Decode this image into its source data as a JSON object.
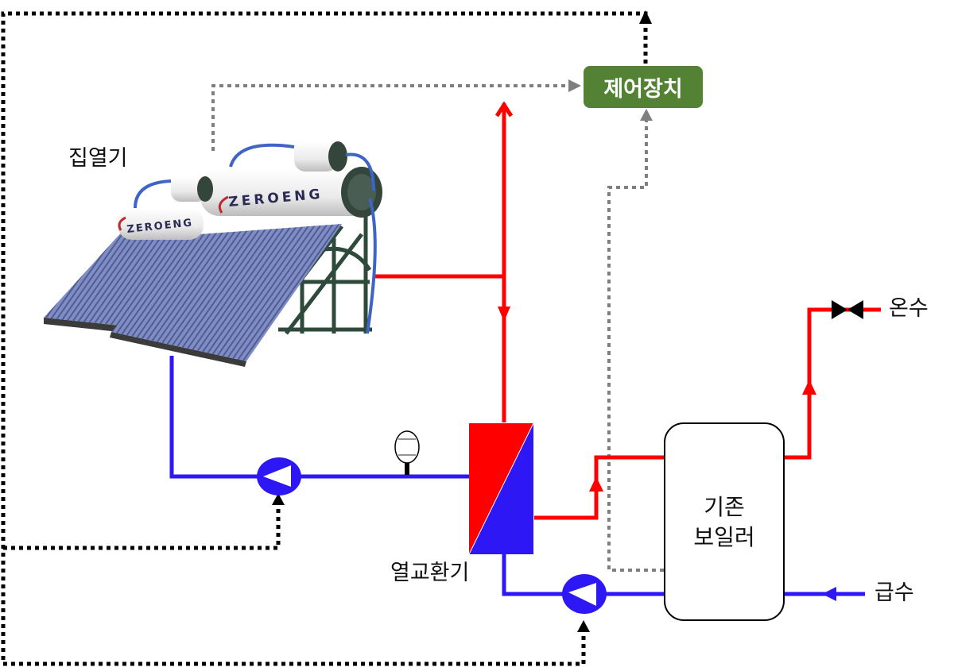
{
  "title": "태양열 온수 시스템 계통도",
  "colors": {
    "hot_pipe": "#ff0000",
    "cold_pipe": "#2d17f5",
    "control_signal": "#000000",
    "sensor_signal": "#7f7f7f",
    "controller_fill": "#548235",
    "controller_text": "#ffffff",
    "valve": "#000000"
  },
  "components": {
    "collector": {
      "label": "집열기",
      "brand_text": "ZEROENG"
    },
    "controller": {
      "label": "제어장치"
    },
    "heat_exchanger": {
      "label": "열교환기"
    },
    "boiler": {
      "label_line1": "기존",
      "label_line2": "보일러"
    },
    "hot_water_outlet": {
      "label": "온수"
    },
    "water_supply_inlet": {
      "label": "급수"
    }
  },
  "connections": [
    {
      "from": "collector",
      "to": "heat_exchanger",
      "medium": "hot",
      "direction": "down"
    },
    {
      "from": "heat_exchanger",
      "to": "collector",
      "medium": "cold",
      "via": "pump-1"
    },
    {
      "from": "heat_exchanger",
      "to": "boiler",
      "medium": "hot",
      "direction": "up"
    },
    {
      "from": "boiler",
      "to": "hot_water_outlet",
      "medium": "hot",
      "via": "valve"
    },
    {
      "from": "water_supply_inlet",
      "to": "boiler",
      "medium": "cold"
    },
    {
      "from": "boiler",
      "to": "heat_exchanger",
      "medium": "cold",
      "via": "pump-2"
    },
    {
      "from": "controller",
      "to": "pump-1",
      "type": "control"
    },
    {
      "from": "controller",
      "to": "pump-2",
      "type": "control"
    },
    {
      "from": "collector",
      "to": "controller",
      "type": "sensor"
    },
    {
      "from": "boiler",
      "to": "controller",
      "type": "sensor"
    }
  ]
}
